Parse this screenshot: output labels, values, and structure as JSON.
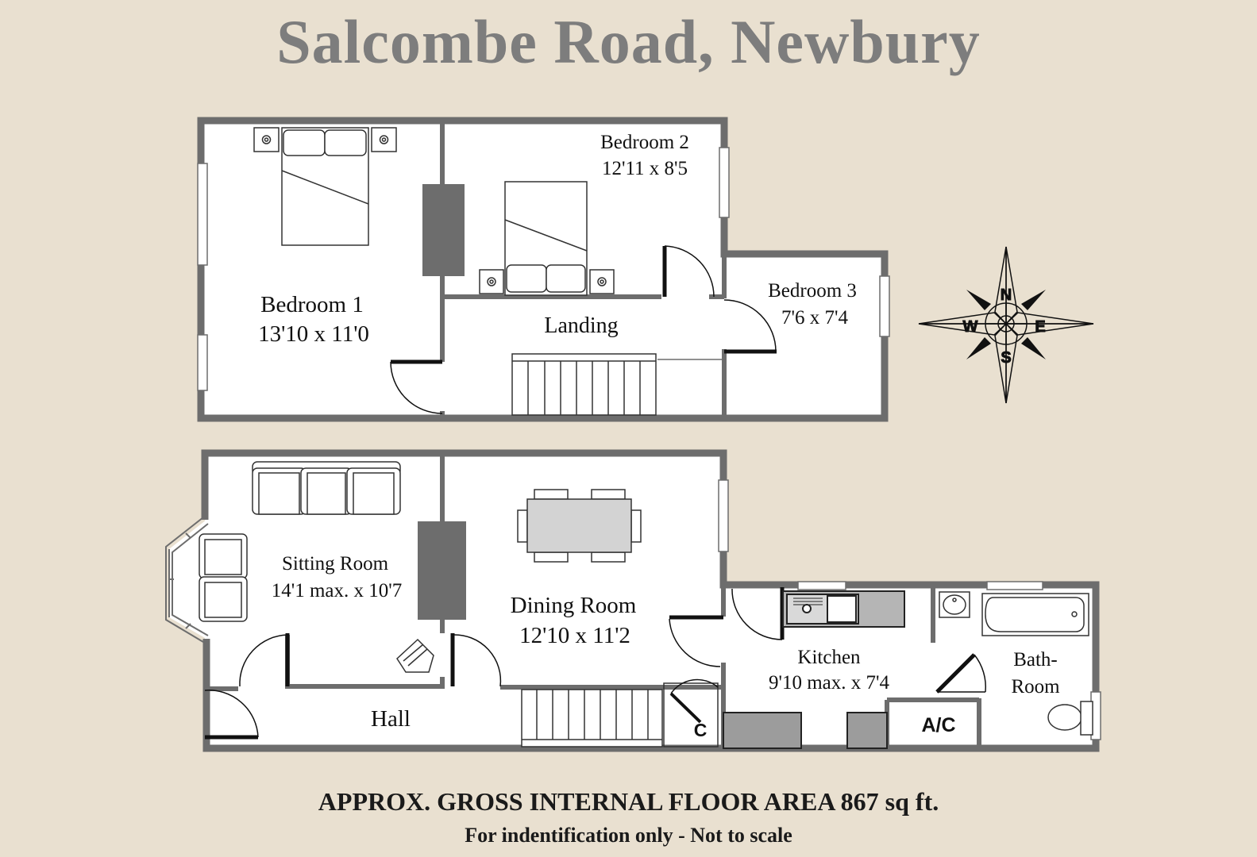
{
  "title": "Salcombe Road, Newbury",
  "rooms": {
    "bedroom1": {
      "name": "Bedroom 1",
      "size": "13'10 x 11'0"
    },
    "bedroom2": {
      "name": "Bedroom 2",
      "size": "12'11 x 8'5"
    },
    "bedroom3": {
      "name": "Bedroom 3",
      "size": "7'6 x 7'4"
    },
    "landing": {
      "name": "Landing"
    },
    "sitting_room": {
      "name": "Sitting Room",
      "size": "14'1 max. x 10'7"
    },
    "dining_room": {
      "name": "Dining Room",
      "size": "12'10 x 11'2"
    },
    "kitchen": {
      "name": "Kitchen",
      "size": "9'10 max. x 7'4"
    },
    "bathroom": {
      "line1": "Bath-",
      "line2": "Room"
    },
    "hall": {
      "name": "Hall"
    },
    "cupboard": {
      "name": "C"
    },
    "airing_cupboard": {
      "name": "A/C"
    }
  },
  "compass": {
    "n": "N",
    "e": "E",
    "s": "S",
    "w": "W"
  },
  "footer": {
    "area": "APPROX. GROSS INTERNAL FLOOR AREA 867 sq ft.",
    "note": "For indentification only - Not to scale"
  },
  "colors": {
    "background": "#e9e0d0",
    "wall": "#6d6d6d",
    "chimney": "#6d6d6d",
    "title": "#7d7d7d"
  }
}
